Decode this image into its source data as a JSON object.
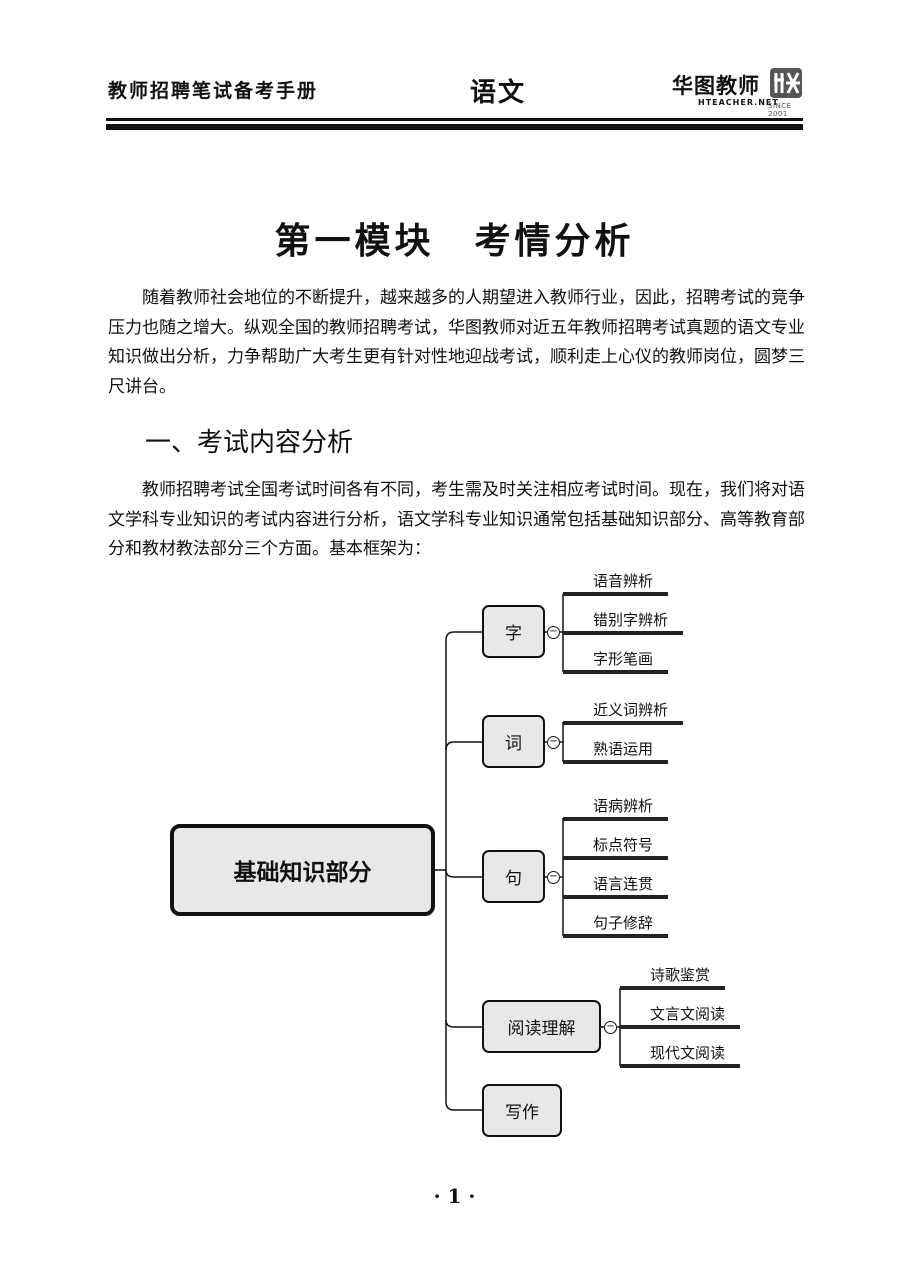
{
  "header": {
    "book_title": "教师招聘笔试备考手册",
    "subject": "语文",
    "brand_name": "华图教师",
    "brand_url": "HTEACHER.NET",
    "brand_since": "SINCE 2001"
  },
  "module_title": "第一模块　考情分析",
  "intro": "随着教师社会地位的不断提升，越来越多的人期望进入教师行业，因此，招聘考试的竞争压力也随之增大。纵观全国的教师招聘考试，华图教师对近五年教师招聘考试真题的语文专业知识做出分析，力争帮助广大考生更有针对性地迎战考试，顺利走上心仪的教师岗位，圆梦三尺讲台。",
  "section_heading": "一、考试内容分析",
  "section_text": "教师招聘考试全国考试时间各有不同，考生需及时关注相应考试时间。现在，我们将对语文学科专业知识的考试内容进行分析，语文学科专业知识通常包括基础知识部分、高等教育部分和教材教法部分三个方面。基本框架为：",
  "mindmap": {
    "root": "基础知识部分",
    "branches": [
      {
        "label": "字",
        "children": [
          "语音辨析",
          "错别字辨析",
          "字形笔画"
        ]
      },
      {
        "label": "词",
        "children": [
          "近义词辨析",
          "熟语运用"
        ]
      },
      {
        "label": "句",
        "children": [
          "语病辨析",
          "标点符号",
          "语言连贯",
          "句子修辞"
        ]
      },
      {
        "label": "阅读理解",
        "children": [
          "诗歌鉴赏",
          "文言文阅读",
          "现代文阅读"
        ]
      },
      {
        "label": "写作",
        "children": []
      }
    ]
  },
  "page_number": "· 1 ·"
}
